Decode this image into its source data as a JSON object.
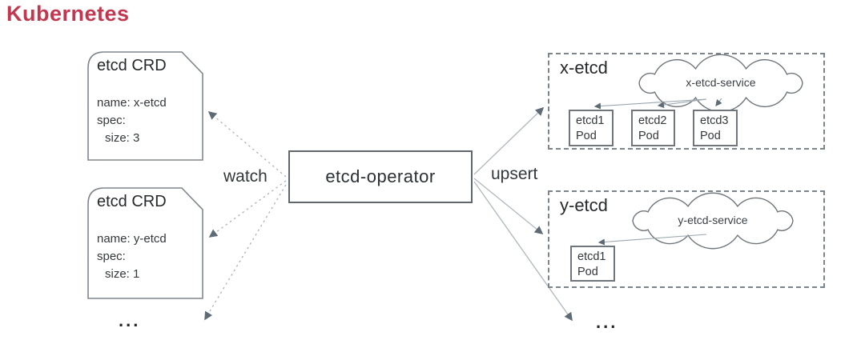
{
  "title": "Kubernetes",
  "colors": {
    "accent_title": "#c23750",
    "box_border": "#5f676d",
    "dashed_border": "#7c858c",
    "connector_line": "#b3bcc2",
    "arrowhead": "#5f6b74",
    "text": "#2f3437"
  },
  "left": {
    "crds": [
      {
        "title": "etcd CRD",
        "name": "name: x-etcd",
        "spec": "spec:",
        "size": "size: 3"
      },
      {
        "title": "etcd CRD",
        "name": "name: y-etcd",
        "spec": "spec:",
        "size": "size: 1"
      }
    ],
    "ellipsis": "..."
  },
  "center": {
    "operator_label": "etcd-operator",
    "watch_label": "watch",
    "upsert_label": "upsert"
  },
  "right": {
    "clusters": [
      {
        "label": "x-etcd",
        "service": "x-etcd-service",
        "pods": [
          [
            "etcd1",
            "Pod"
          ],
          [
            "etcd2",
            "Pod"
          ],
          [
            "etcd3",
            "Pod"
          ]
        ]
      },
      {
        "label": "y-etcd",
        "service": "y-etcd-service",
        "pods": [
          [
            "etcd1",
            "Pod"
          ]
        ]
      }
    ],
    "ellipsis": "..."
  }
}
